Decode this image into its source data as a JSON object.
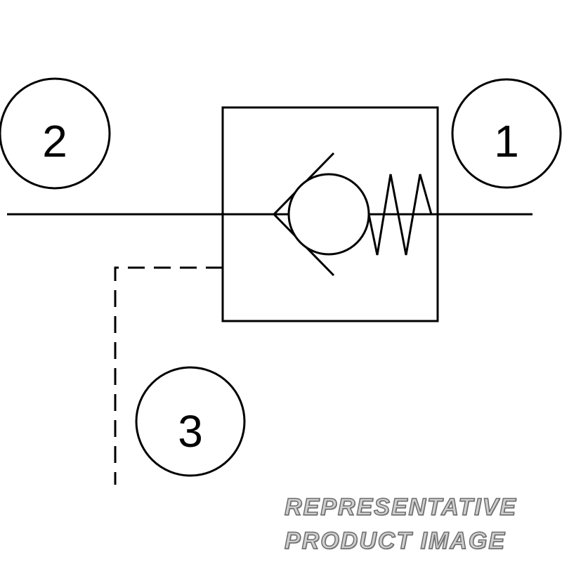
{
  "ports": [
    {
      "id": "port-1",
      "label": "1"
    },
    {
      "id": "port-2",
      "label": "2"
    },
    {
      "id": "port-3",
      "label": "3"
    }
  ],
  "watermark": {
    "line1": "REPRESENTATIVE",
    "line2": "PRODUCT IMAGE"
  }
}
